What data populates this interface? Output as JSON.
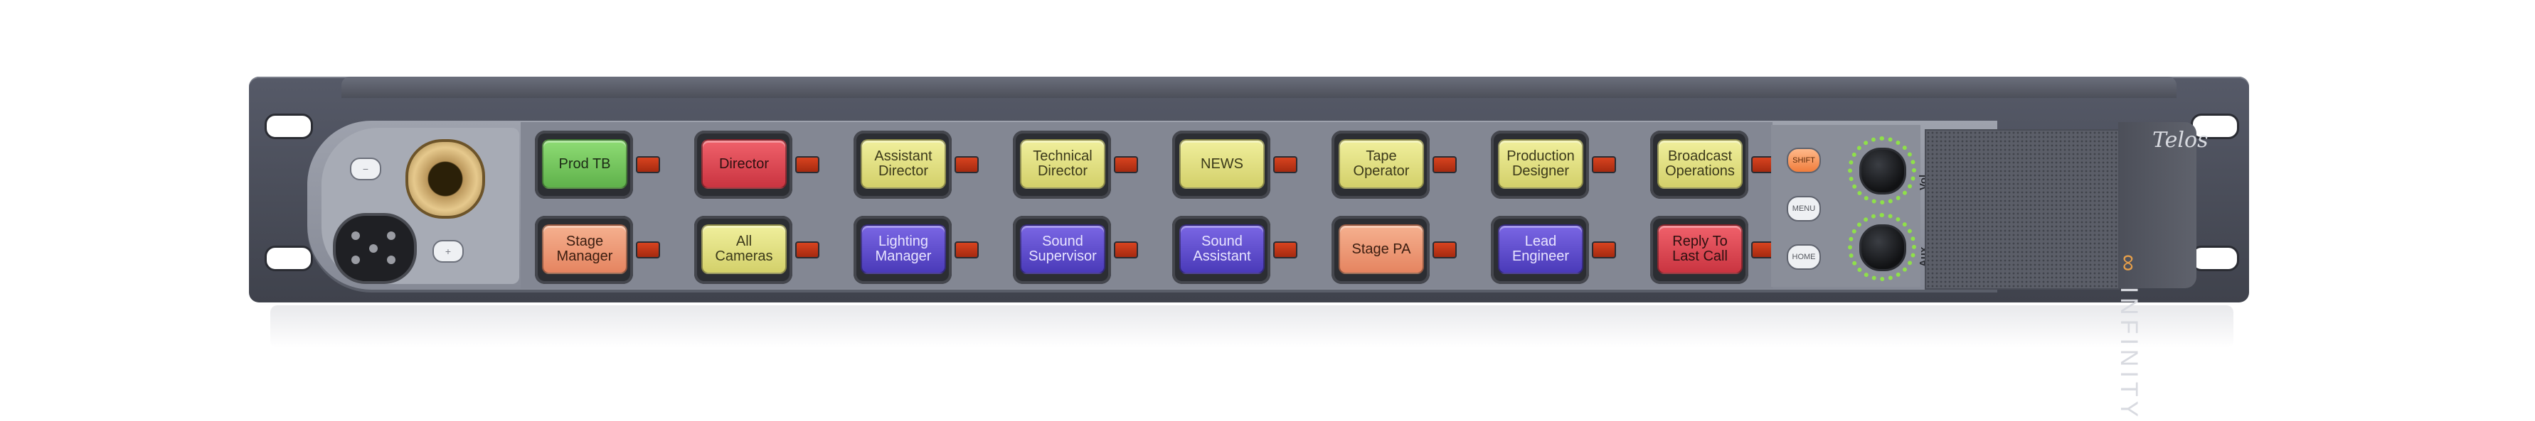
{
  "device": {
    "brand_mark": "Telos",
    "product_name": "INFINITY",
    "product_accent_mark": "∞"
  },
  "keys": [
    {
      "label": "Prod TB",
      "color": "green"
    },
    {
      "label": "Director",
      "color": "red"
    },
    {
      "label": "Assistant\nDirector",
      "color": "yellow"
    },
    {
      "label": "Technical\nDirector",
      "color": "yellow"
    },
    {
      "label": "NEWS",
      "color": "yellow"
    },
    {
      "label": "Tape\nOperator",
      "color": "yellow"
    },
    {
      "label": "Production\nDesigner",
      "color": "yellow"
    },
    {
      "label": "Broadcast\nOperations",
      "color": "yellow"
    },
    {
      "label": "Stage\nManager",
      "color": "orange"
    },
    {
      "label": "All\nCameras",
      "color": "yellow"
    },
    {
      "label": "Lighting\nManager",
      "color": "purple"
    },
    {
      "label": "Sound\nSupervisor",
      "color": "purple"
    },
    {
      "label": "Sound\nAssistant",
      "color": "purple"
    },
    {
      "label": "Stage PA",
      "color": "orange"
    },
    {
      "label": "Lead\nEngineer",
      "color": "purple"
    },
    {
      "label": "Reply To\nLast Call",
      "color": "red"
    }
  ],
  "side_buttons": {
    "shift": "SHIFT",
    "menu": "MENU",
    "home": "HOME"
  },
  "knobs": {
    "top_label": "Vol",
    "bottom_label": "Aux"
  },
  "colors": {
    "led": "#d8431f",
    "knob_ring": "#8fe04a",
    "frame": "#4b4e58"
  }
}
